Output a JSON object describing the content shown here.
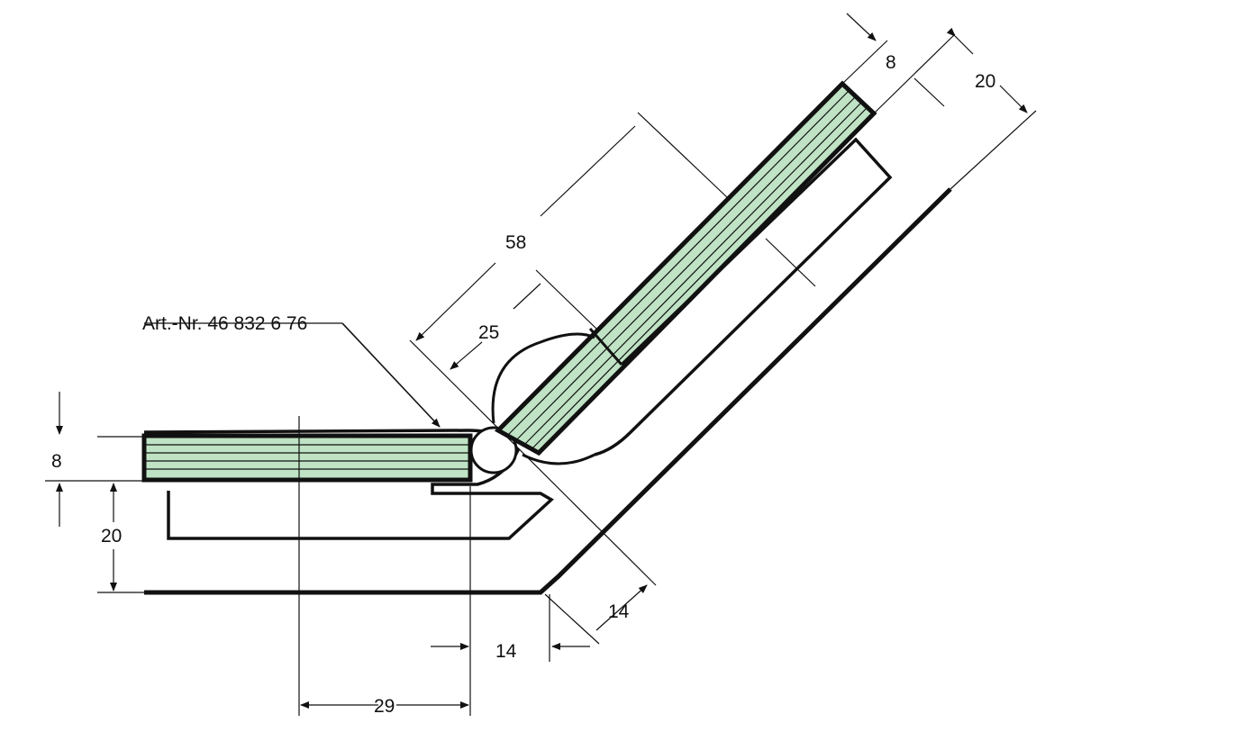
{
  "title": "Glass hinge 135° technical drawing",
  "part_label": "Art.-Nr. 46 832 6 76",
  "dimensions": {
    "glass_thickness_right": "8",
    "offset_right": "20",
    "length_58": "58",
    "length_25": "25",
    "glass_thickness_left": "8",
    "offset_left": "20",
    "gap_diag": "14",
    "gap_horiz": "14",
    "distance_29": "29"
  },
  "colors": {
    "glass": "#bfe3c4",
    "line": "#111111"
  }
}
